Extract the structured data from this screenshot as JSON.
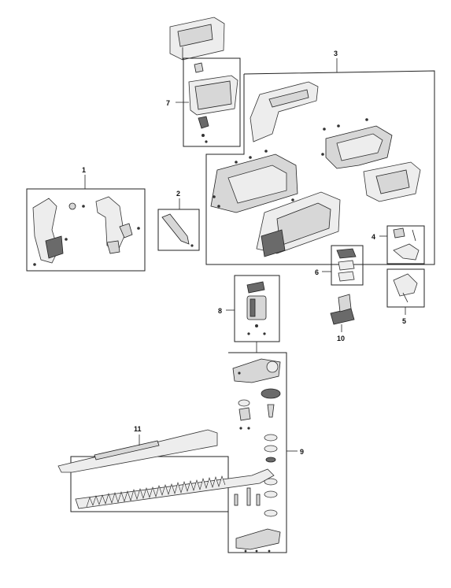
{
  "callouts": {
    "c1": "1",
    "c2": "2",
    "c3": "3",
    "c4": "4",
    "c5": "5",
    "c6": "6",
    "c7": "7",
    "c8": "8",
    "c9": "9",
    "c10": "10",
    "c11": "11"
  },
  "ui": {
    "line_color": "#222222",
    "part_fill": "#d7d7d7",
    "dark_fill": "#6a6a6a"
  }
}
